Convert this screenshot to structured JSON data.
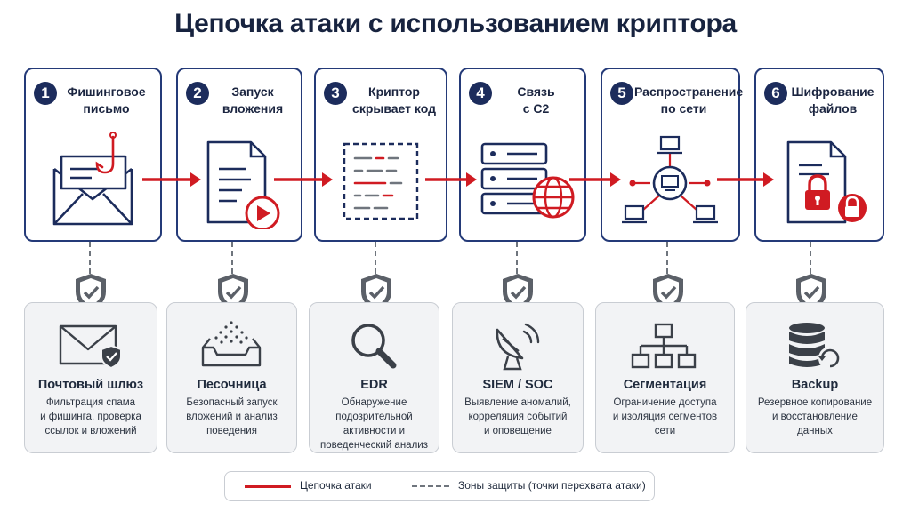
{
  "title": "Цепочка атаки с использованием криптора",
  "colors": {
    "attack": "#d01b22",
    "navy": "#1c2c5c",
    "defense_bg": "#f2f3f5",
    "dashed": "#6f757d"
  },
  "steps": [
    {
      "number": "1",
      "title": [
        "Фишинговое",
        "письмо"
      ],
      "icon": "phishing-email-icon"
    },
    {
      "number": "2",
      "title": [
        "Запуск",
        "вложения"
      ],
      "icon": "document-play-icon"
    },
    {
      "number": "3",
      "title": [
        "Криптор",
        "скрывает код"
      ],
      "icon": "obfuscated-code-icon"
    },
    {
      "number": "4",
      "title": [
        "Связь",
        "с С2"
      ],
      "icon": "server-globe-icon"
    },
    {
      "number": "5",
      "title": [
        "Распространение",
        "по сети"
      ],
      "icon": "network-icon"
    },
    {
      "number": "6",
      "title": [
        "Шифрование",
        "файлов"
      ],
      "icon": "locked-file-icon"
    }
  ],
  "defenses": [
    {
      "title": "Почтовый шлюз",
      "desc": [
        "Фильтрация спама",
        "и фишинга, проверка",
        "ссылок и вложений"
      ],
      "icon": "mail-shield-icon"
    },
    {
      "title": "Песочница",
      "desc": [
        "Безопасный запуск",
        "вложений и анализ",
        "поведения"
      ],
      "icon": "sandbox-icon"
    },
    {
      "title": "EDR",
      "desc": [
        "Обнаружение",
        "подозрительной",
        "активности и",
        "поведенческий анализ"
      ],
      "icon": "magnifier-icon"
    },
    {
      "title": "SIEM / SOC",
      "desc": [
        "Выявление аномалий,",
        "корреляция событий",
        "и оповещение"
      ],
      "icon": "satellite-dish-icon"
    },
    {
      "title": "Сегментация",
      "desc": [
        "Ограничение доступа",
        "и изоляция сегментов",
        "сети"
      ],
      "icon": "hierarchy-icon"
    },
    {
      "title": "Backup",
      "desc": [
        "Резервное копирование",
        "и восстановление",
        "данных"
      ],
      "icon": "database-restore-icon"
    }
  ],
  "legend": {
    "attack_chain": "Цепочка атаки",
    "protection_zones": "Зоны защиты (точки перехвата атаки)"
  }
}
